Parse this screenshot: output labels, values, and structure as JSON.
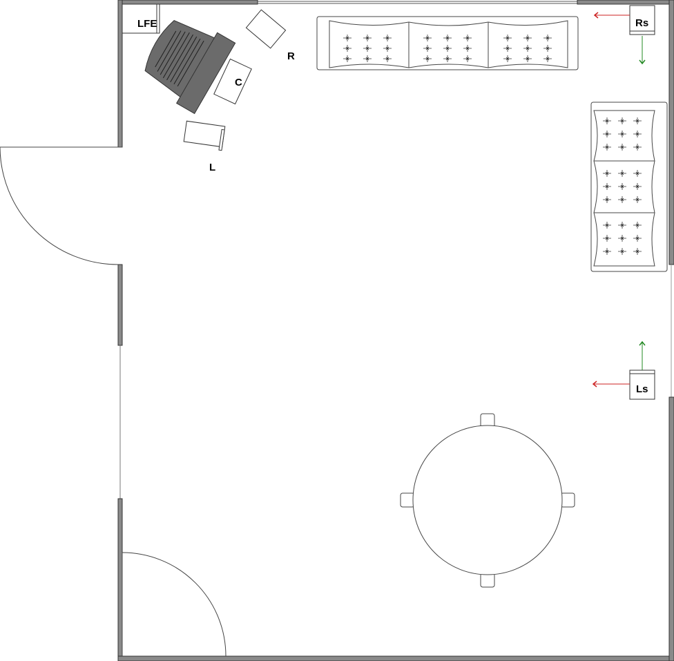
{
  "plan": {
    "speakers": {
      "lfe": "LFE",
      "right": "R",
      "center": "C",
      "left": "L",
      "right_surround": "Rs",
      "left_surround": "Ls"
    },
    "colors": {
      "wall_fill": "#8a8a8a",
      "arrow_x": "#cc2222",
      "arrow_y": "#228822",
      "tv_unit": "#6b6b6b"
    }
  }
}
